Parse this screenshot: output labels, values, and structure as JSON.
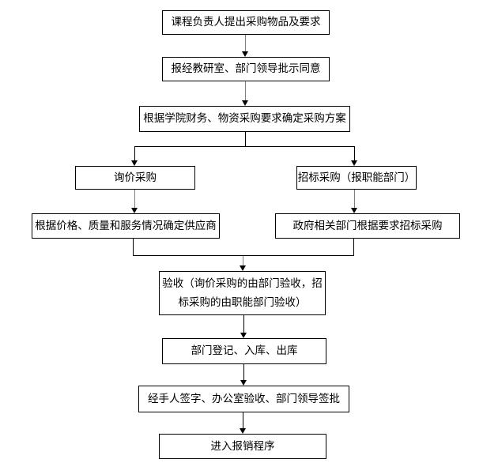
{
  "page": {
    "background_color": "#ffffff",
    "box_border_color": "#000000",
    "text_color": "#000000",
    "connector_gray_color": "#808080",
    "connector_black_color": "#000000"
  },
  "chart_data": {
    "type": "flowchart",
    "title": "",
    "direction": "top-down",
    "nodes": [
      {
        "id": "propose-purchase",
        "label": "课程负责人提出采购物品及要求"
      },
      {
        "id": "leader-approval",
        "label": "报经教研室、部门领导批示同意"
      },
      {
        "id": "determine-plan",
        "label": "根据学院财务、物资采购要求确定采购方案"
      },
      {
        "id": "inquiry-purchase",
        "label": "询价采购"
      },
      {
        "id": "tender-purchase",
        "label": "招标采购（报职能部门）"
      },
      {
        "id": "select-supplier",
        "label": "根据价格、质量和服务情况确定供应商"
      },
      {
        "id": "gov-tender",
        "label": "政府相关部门根据要求招标采购"
      },
      {
        "id": "acceptance",
        "label": "验收（询价采购的由部门验收，招标采购的由职能部门验收）"
      },
      {
        "id": "register-storage",
        "label": "部门登记、入库、出库"
      },
      {
        "id": "signatures",
        "label": "经手人签字、办公室验收、部门领导签批"
      },
      {
        "id": "reimbursement",
        "label": "进入报销程序"
      }
    ],
    "edges": [
      {
        "from": "propose-purchase",
        "to": "leader-approval"
      },
      {
        "from": "leader-approval",
        "to": "determine-plan"
      },
      {
        "from": "determine-plan",
        "to": "inquiry-purchase"
      },
      {
        "from": "determine-plan",
        "to": "tender-purchase"
      },
      {
        "from": "inquiry-purchase",
        "to": "select-supplier"
      },
      {
        "from": "tender-purchase",
        "to": "gov-tender"
      },
      {
        "from": "select-supplier",
        "to": "acceptance"
      },
      {
        "from": "gov-tender",
        "to": "acceptance"
      },
      {
        "from": "acceptance",
        "to": "register-storage"
      },
      {
        "from": "register-storage",
        "to": "signatures"
      },
      {
        "from": "signatures",
        "to": "reimbursement"
      }
    ]
  }
}
